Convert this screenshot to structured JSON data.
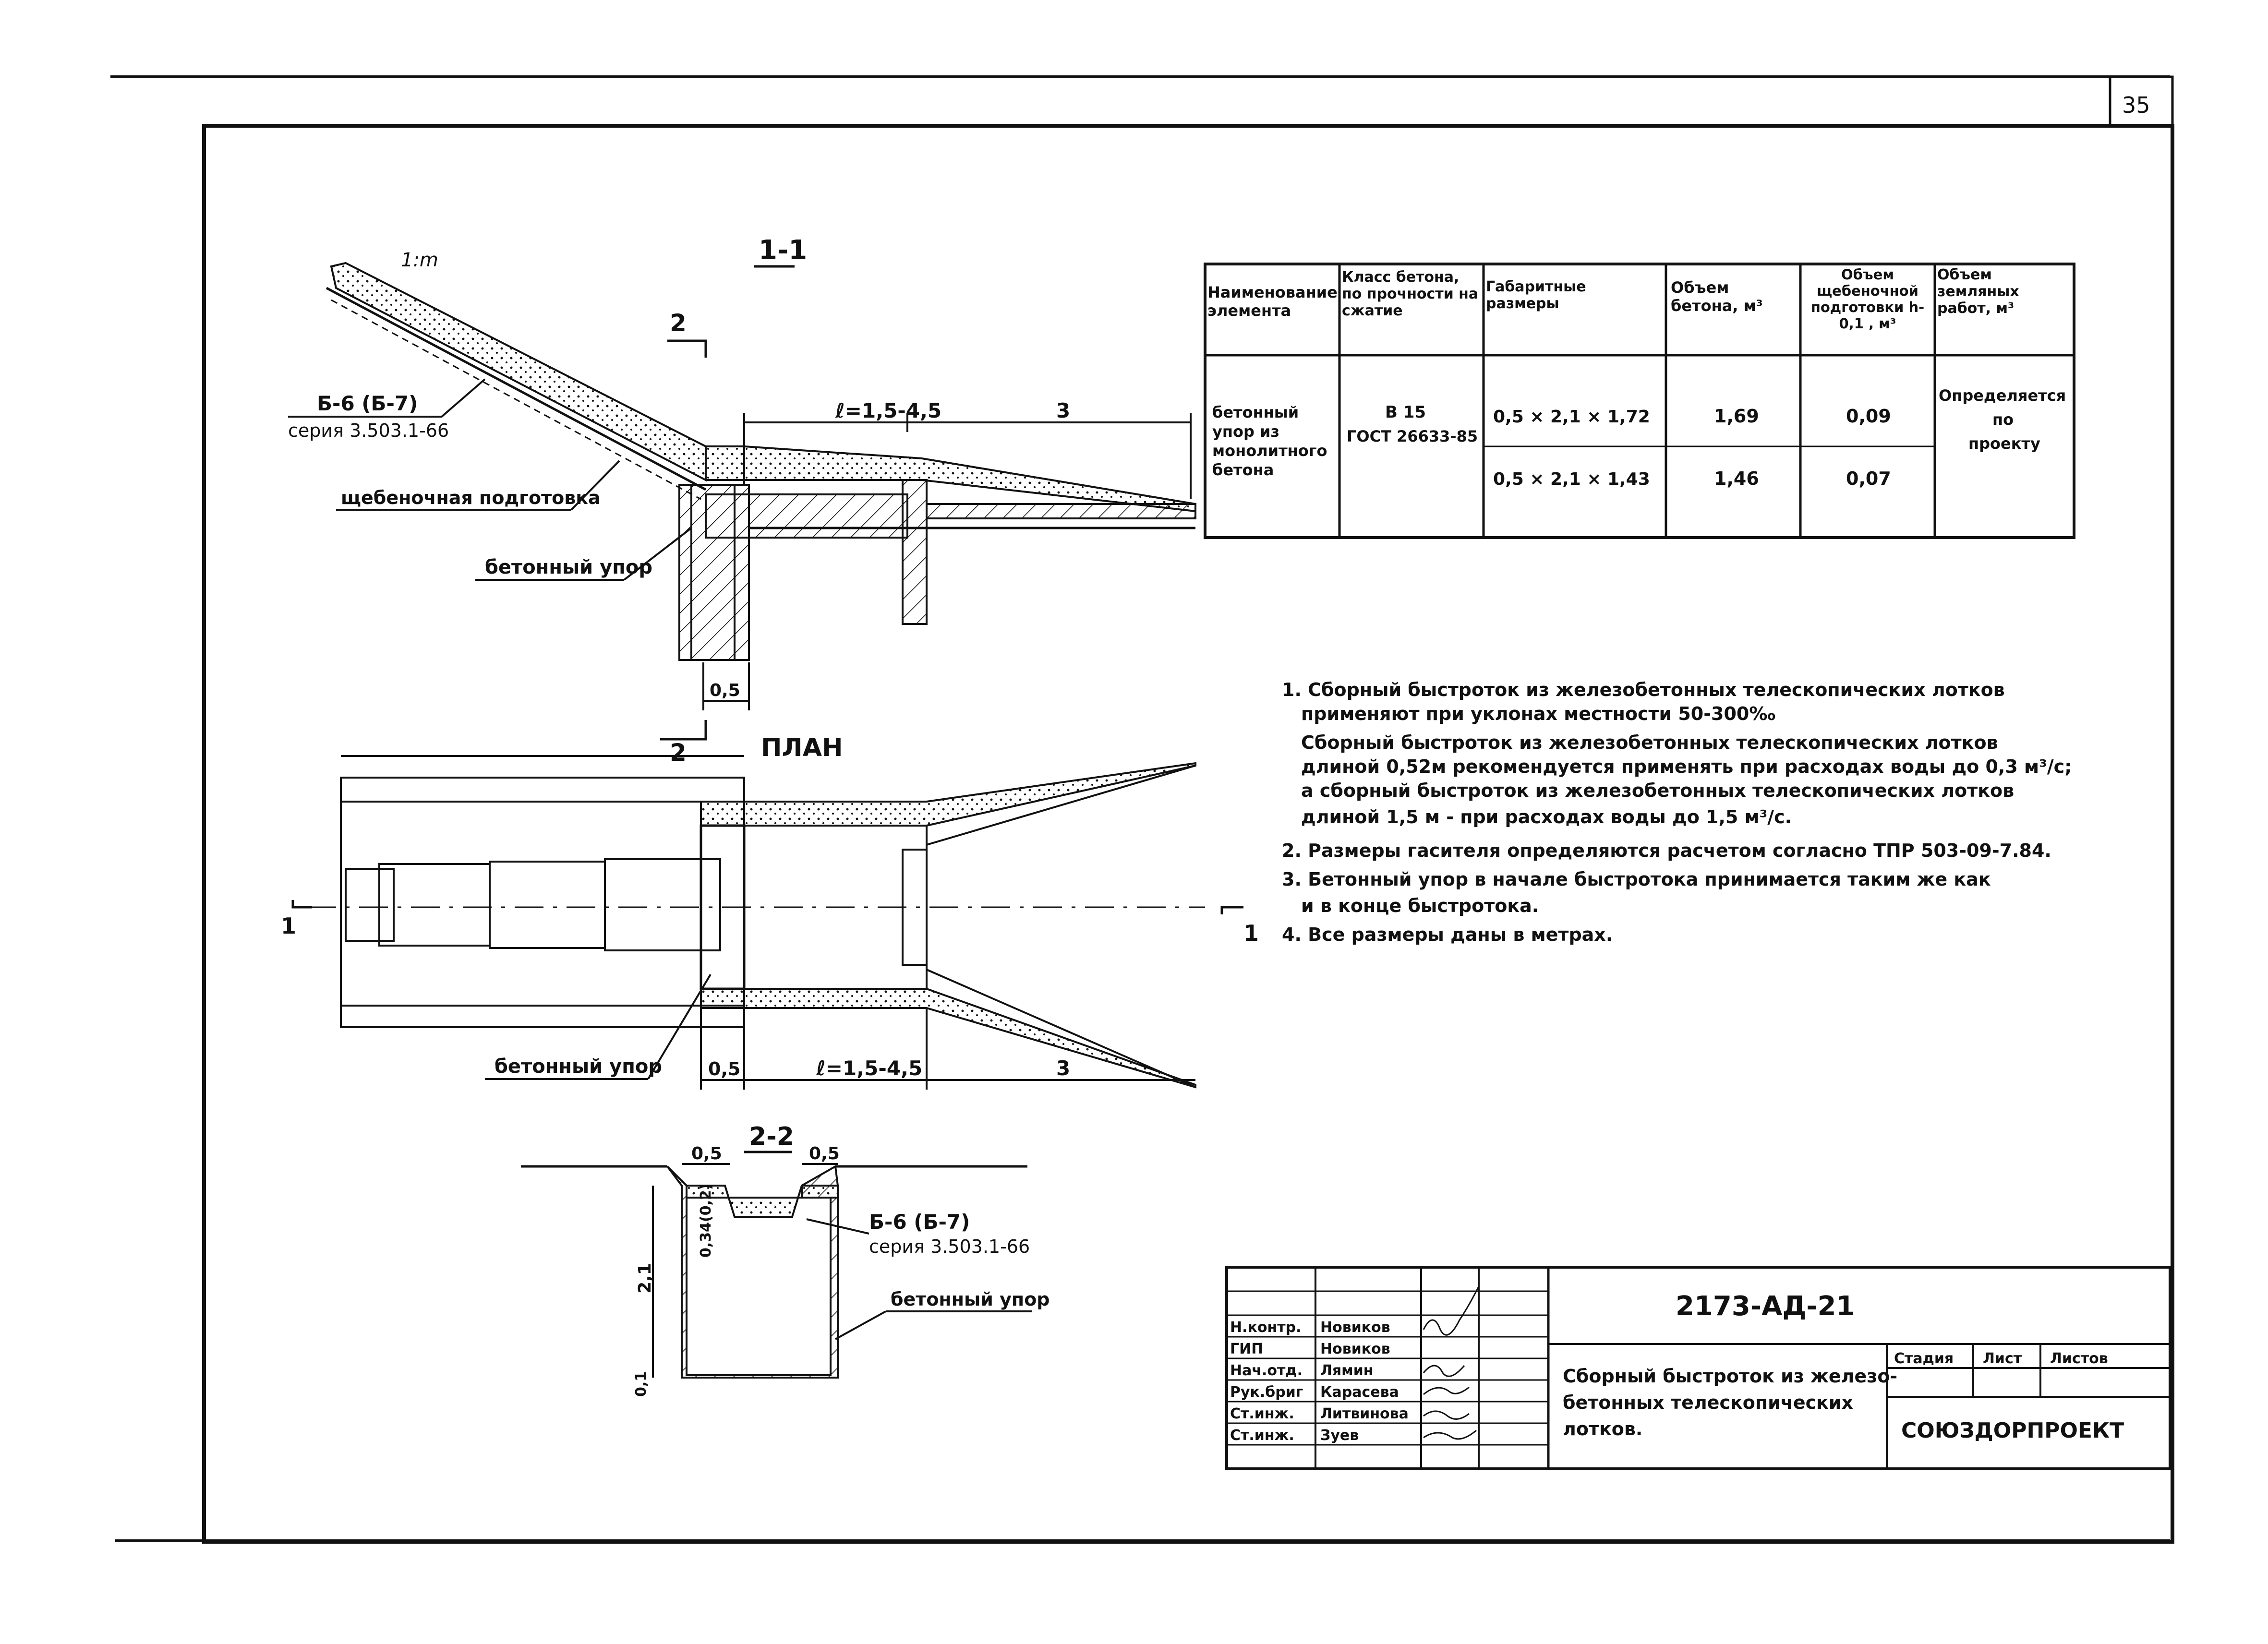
{
  "sheet": {
    "page_number": "35",
    "doc_code": "2173-АД-21",
    "title_lines": [
      "Сборный быстроток из железо-",
      "бетонных телескопических",
      "лотков."
    ],
    "organization": "СОЮЗДОРПРОЕКТ",
    "stamp_headers": [
      "Стадия",
      "Лист",
      "Листов"
    ],
    "signatures": [
      {
        "role": "Н.контр.",
        "name": "Новиков"
      },
      {
        "role": "ГИП",
        "name": "Новиков"
      },
      {
        "role": "Нач.отд.",
        "name": "Лямин"
      },
      {
        "role": "Рук.бриг",
        "name": "Карасева"
      },
      {
        "role": "Ст.инж.",
        "name": "Литвинова"
      },
      {
        "role": "Ст.инж.",
        "name": "Зуев"
      }
    ]
  },
  "section_1_1": {
    "title": "1-1",
    "slope_label": "1:m",
    "cut_mark": "2",
    "block_label": "Б-6 (Б-7)",
    "series_label": "серия 3.503.1-66",
    "gravel_label": "щебеночная подготовка",
    "stop_label": "бетонный упор",
    "dim_l": "ℓ=1,5-4,5",
    "dim_3": "3",
    "dim_05": "0,5"
  },
  "plan": {
    "title": "ПЛАН",
    "cut_mark_top": "2",
    "cut_left": "1",
    "cut_right": "1",
    "stop_label": "бетонный упор",
    "dim_05": "0,5",
    "dim_l": "ℓ=1,5-4,5",
    "dim_3": "3"
  },
  "section_2_2": {
    "title": "2-2",
    "dim_05_left": "0,5",
    "dim_05_right": "0,5",
    "dim_height": "2,1",
    "dim_depth": "0,34(0,2)",
    "dim_bottom": "0,1",
    "block_label": "Б-6 (Б-7)",
    "series_label": "серия 3.503.1-66",
    "stop_label": "бетонный упор"
  },
  "table": {
    "headers": [
      "Наименование элемента",
      "Класс бетона, по прочности на сжатие",
      "Габаритные размеры",
      "Объем бетона, м³",
      "Объем щебеночной подготовки h-0,1 , м³",
      "Объем земляных работ, м³"
    ],
    "element": [
      "бетонный",
      "упор из",
      "монолитного",
      "бетона"
    ],
    "concrete_class": [
      "В 15",
      "ГОСТ 26633-85"
    ],
    "rows": [
      {
        "dims": "0,5 × 2,1 × 1,72",
        "concrete": "1,69",
        "gravel": "0,09"
      },
      {
        "dims": "0,5 × 2,1 × 1,43",
        "concrete": "1,46",
        "gravel": "0,07"
      }
    ],
    "earthworks": [
      "Определяется",
      "по",
      "проекту"
    ]
  },
  "notes": [
    "1. Сборный быстроток из железобетонных телескопических лотков",
    "применяют при уклонах местности 50-300‰",
    "Сборный быстроток из железобетонных телескопических лотков",
    "длиной 0,52м рекомендуется применять при расходах воды до 0,3 м³/с;",
    "а сборный быстроток из железобетонных телескопических лотков",
    "длиной 1,5 м - при расходах воды до 1,5 м³/с.",
    "2. Размеры гасителя определяются расчетом согласно ТПР 503-09-7.84.",
    "3. Бетонный упор в начале быстротока принимается таким же как",
    "и в конце быстротока.",
    "4. Все размеры даны в метрах."
  ]
}
